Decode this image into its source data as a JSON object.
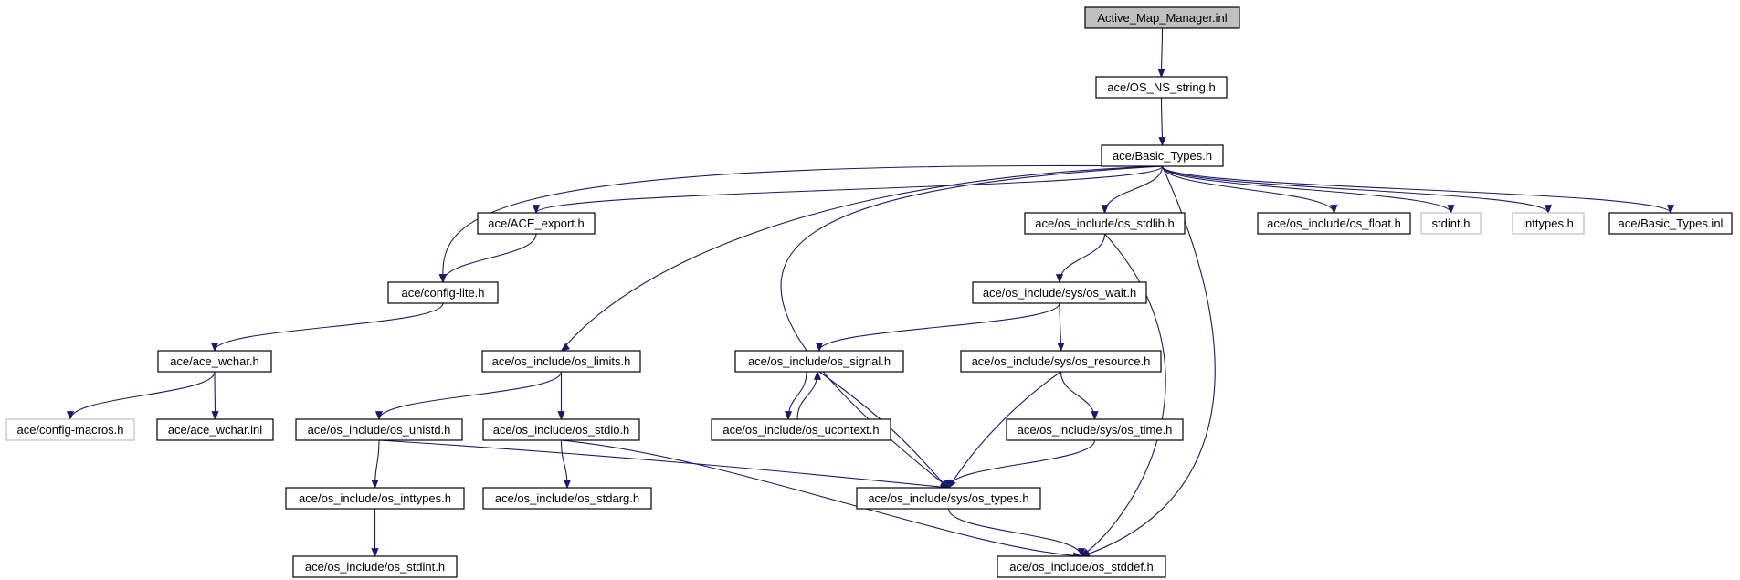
{
  "diagram": {
    "title": "",
    "nodes": [
      {
        "id": "n0",
        "label": "Active_Map_Manager.inl",
        "style": "root"
      },
      {
        "id": "n1",
        "label": "ace/OS_NS_string.h",
        "style": "normal"
      },
      {
        "id": "n2",
        "label": "ace/Basic_Types.h",
        "style": "normal"
      },
      {
        "id": "n3",
        "label": "ace/ACE_export.h",
        "style": "normal"
      },
      {
        "id": "n4",
        "label": "ace/os_include/os_stdlib.h",
        "style": "normal"
      },
      {
        "id": "n5",
        "label": "ace/os_include/os_float.h",
        "style": "normal"
      },
      {
        "id": "n6",
        "label": "stdint.h",
        "style": "missing"
      },
      {
        "id": "n7",
        "label": "inttypes.h",
        "style": "missing"
      },
      {
        "id": "n8",
        "label": "ace/Basic_Types.inl",
        "style": "normal"
      },
      {
        "id": "n9",
        "label": "ace/config-lite.h",
        "style": "normal"
      },
      {
        "id": "n10",
        "label": "ace/os_include/sys/os_wait.h",
        "style": "normal"
      },
      {
        "id": "n11",
        "label": "ace/ace_wchar.h",
        "style": "normal"
      },
      {
        "id": "n12",
        "label": "ace/os_include/os_limits.h",
        "style": "normal"
      },
      {
        "id": "n13",
        "label": "ace/os_include/os_signal.h",
        "style": "normal"
      },
      {
        "id": "n14",
        "label": "ace/os_include/sys/os_resource.h",
        "style": "normal"
      },
      {
        "id": "n15",
        "label": "ace/config-macros.h",
        "style": "missing"
      },
      {
        "id": "n16",
        "label": "ace/ace_wchar.inl",
        "style": "normal"
      },
      {
        "id": "n17",
        "label": "ace/os_include/os_unistd.h",
        "style": "normal"
      },
      {
        "id": "n18",
        "label": "ace/os_include/os_stdio.h",
        "style": "normal"
      },
      {
        "id": "n19",
        "label": "ace/os_include/os_ucontext.h",
        "style": "normal"
      },
      {
        "id": "n20",
        "label": "ace/os_include/sys/os_time.h",
        "style": "normal"
      },
      {
        "id": "n21",
        "label": "ace/os_include/os_inttypes.h",
        "style": "normal"
      },
      {
        "id": "n22",
        "label": "ace/os_include/os_stdarg.h",
        "style": "normal"
      },
      {
        "id": "n23",
        "label": "ace/os_include/sys/os_types.h",
        "style": "normal"
      },
      {
        "id": "n24",
        "label": "ace/os_include/os_stdint.h",
        "style": "normal"
      },
      {
        "id": "n25",
        "label": "ace/os_include/os_stddef.h",
        "style": "normal"
      }
    ],
    "edges": [
      [
        "n0",
        "n1"
      ],
      [
        "n1",
        "n2"
      ],
      [
        "n2",
        "n3"
      ],
      [
        "n2",
        "n4"
      ],
      [
        "n2",
        "n5"
      ],
      [
        "n2",
        "n6"
      ],
      [
        "n2",
        "n7"
      ],
      [
        "n2",
        "n8"
      ],
      [
        "n2",
        "n9"
      ],
      [
        "n2",
        "n12"
      ],
      [
        "n2",
        "n23"
      ],
      [
        "n2",
        "n25"
      ],
      [
        "n3",
        "n9"
      ],
      [
        "n9",
        "n11"
      ],
      [
        "n11",
        "n15"
      ],
      [
        "n11",
        "n16"
      ],
      [
        "n12",
        "n17"
      ],
      [
        "n12",
        "n18"
      ],
      [
        "n17",
        "n21"
      ],
      [
        "n17",
        "n23"
      ],
      [
        "n21",
        "n24"
      ],
      [
        "n18",
        "n22"
      ],
      [
        "n18",
        "n25"
      ],
      [
        "n4",
        "n10"
      ],
      [
        "n4",
        "n25"
      ],
      [
        "n10",
        "n13"
      ],
      [
        "n10",
        "n14"
      ],
      [
        "n13",
        "n19"
      ],
      [
        "n19",
        "n13"
      ],
      [
        "n13",
        "n23"
      ],
      [
        "n14",
        "n20"
      ],
      [
        "n14",
        "n23"
      ],
      [
        "n20",
        "n23"
      ],
      [
        "n23",
        "n25"
      ]
    ]
  },
  "colors": {
    "edge": "#191970",
    "root_fill": "#bfbfbf",
    "missing_border": "#bfbfbf"
  }
}
